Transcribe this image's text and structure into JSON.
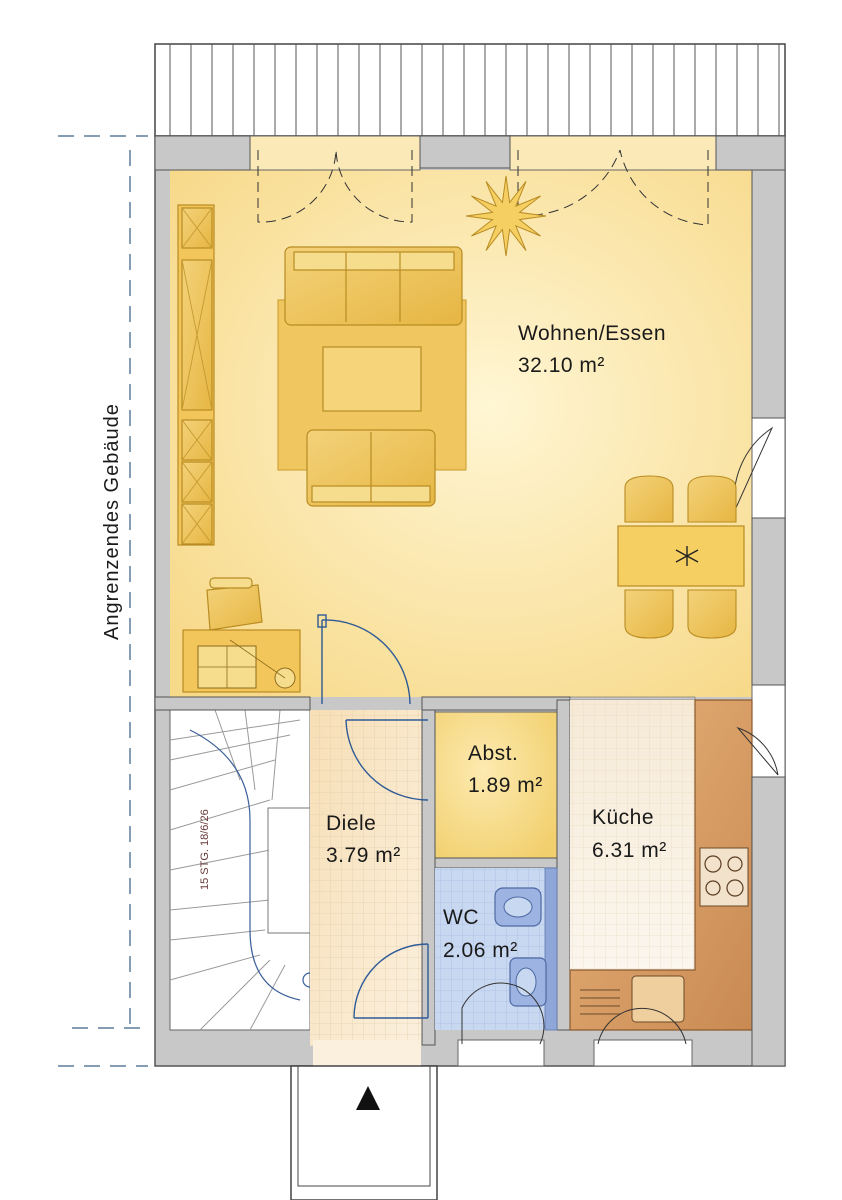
{
  "plan": {
    "adjacent_building_label": "Angrenzendes Gebäude",
    "stairs_label": "15 STG. 18/6/26",
    "entrance_marker": "entrance-arrow",
    "rooms": [
      {
        "id": "wohnen",
        "name": "Wohnen/Essen",
        "area": "32.10 m²"
      },
      {
        "id": "abst",
        "name": "Abst.",
        "area": "1.89 m²"
      },
      {
        "id": "diele",
        "name": "Diele",
        "area": "3.79 m²"
      },
      {
        "id": "kueche",
        "name": "Küche",
        "area": "6.31 m²"
      },
      {
        "id": "wc",
        "name": "WC",
        "area": "2.06 m²"
      }
    ],
    "colors": {
      "wall": "#c8c8c8",
      "living_floor": "#fbe3a2",
      "tile_floor": "#f3e3c8",
      "wc_floor": "#c4d4ef",
      "storage_floor": "#f6d882",
      "furniture": "#f2c65a",
      "kitchen_counter": "#d9a068"
    }
  }
}
